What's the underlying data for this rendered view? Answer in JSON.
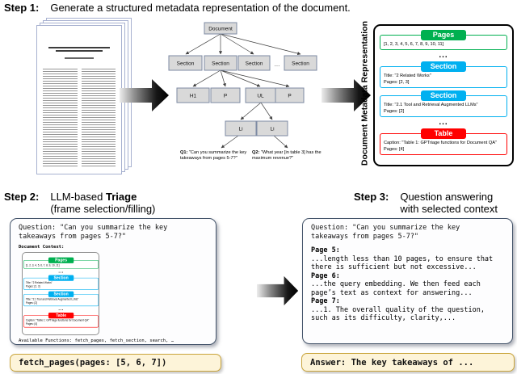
{
  "figure": {
    "step1": {
      "label": "Step 1:",
      "title": "Generate a structured metadata representation of the document."
    },
    "step2": {
      "label": "Step 2:",
      "title_prefix": "LLM-based ",
      "title_bold": "Triage",
      "subtitle": "(frame selection/filling)"
    },
    "step3": {
      "label": "Step 3:",
      "title_line1": "Question answering",
      "title_line2": "with selected context"
    }
  },
  "tree": {
    "root": "Document",
    "sections": [
      "Section",
      "Section",
      "Section",
      "Section"
    ],
    "section_ellipsis": "...",
    "children": [
      "H1",
      "P",
      "UL",
      "P"
    ],
    "list_items": [
      "Li",
      "Li"
    ],
    "q1_label": "Q1:",
    "q1_text": "\"Can you summarize the key takeaways from pages 5-7?\"",
    "q2_label": "Q2:",
    "q2_text": "\"What year [in table 3] has the maximum revenue?\""
  },
  "metadata_panel": {
    "side_label": "Document Metadata Representation",
    "items": [
      {
        "kind": "frame",
        "type": "Pages",
        "color": "#00B050",
        "lines": [
          "[1, 2, 3, 4, 5, 6, 7, 8, 9, 10, 11]"
        ]
      },
      {
        "kind": "ellipsis",
        "text": "..."
      },
      {
        "kind": "frame",
        "type": "Section",
        "color": "#00B0F0",
        "lines": [
          "Title: \"2 Related Works\"",
          "Pages: [2, 3]"
        ]
      },
      {
        "kind": "frame",
        "type": "Section",
        "color": "#00B0F0",
        "lines": [
          "Title: \"2.1 Tool and Retrieval Augmented LLMs\"",
          "Pages: [2]"
        ]
      },
      {
        "kind": "ellipsis",
        "text": "..."
      },
      {
        "kind": "frame",
        "type": "Table",
        "color": "#FF0000",
        "lines": [
          "Caption: \"Table 1: GPTriage functions for Document QA\"",
          "Pages: [4]"
        ]
      }
    ]
  },
  "step2_box": {
    "question": "Question: \"Can you summarize the key\ntakeaways from pages 5-7?\"",
    "context_label": "Document Context:",
    "functions": "Available Functions: fetch_pages, fetch_section, search, …"
  },
  "step2_call": {
    "text": "fetch_pages(pages: [5, 6, 7])"
  },
  "step3_box": {
    "question": "Question: \"Can you summarize the key\ntakeaways from pages 5-7?\"",
    "pages": [
      {
        "header": "Page 5:",
        "text": "...length less than 10 pages, to ensure that\nthere is sufficient but not excessive..."
      },
      {
        "header": "Page 6:",
        "text": "...the query embedding. We then feed each\npage’s text as context for answering..."
      },
      {
        "header": "Page 7:",
        "text": "...1. The overall quality of the question,\nsuch as its difficulty, clarity,..."
      }
    ]
  },
  "step3_answer": {
    "text": "Answer: The key takeaways of ..."
  },
  "colors": {
    "frame_green": "#00B050",
    "frame_blue": "#00B0F0",
    "frame_red": "#FF0000",
    "callout_bg": "#FDF4D9",
    "callout_border": "#C9A43B",
    "box_border": "#44546A"
  }
}
